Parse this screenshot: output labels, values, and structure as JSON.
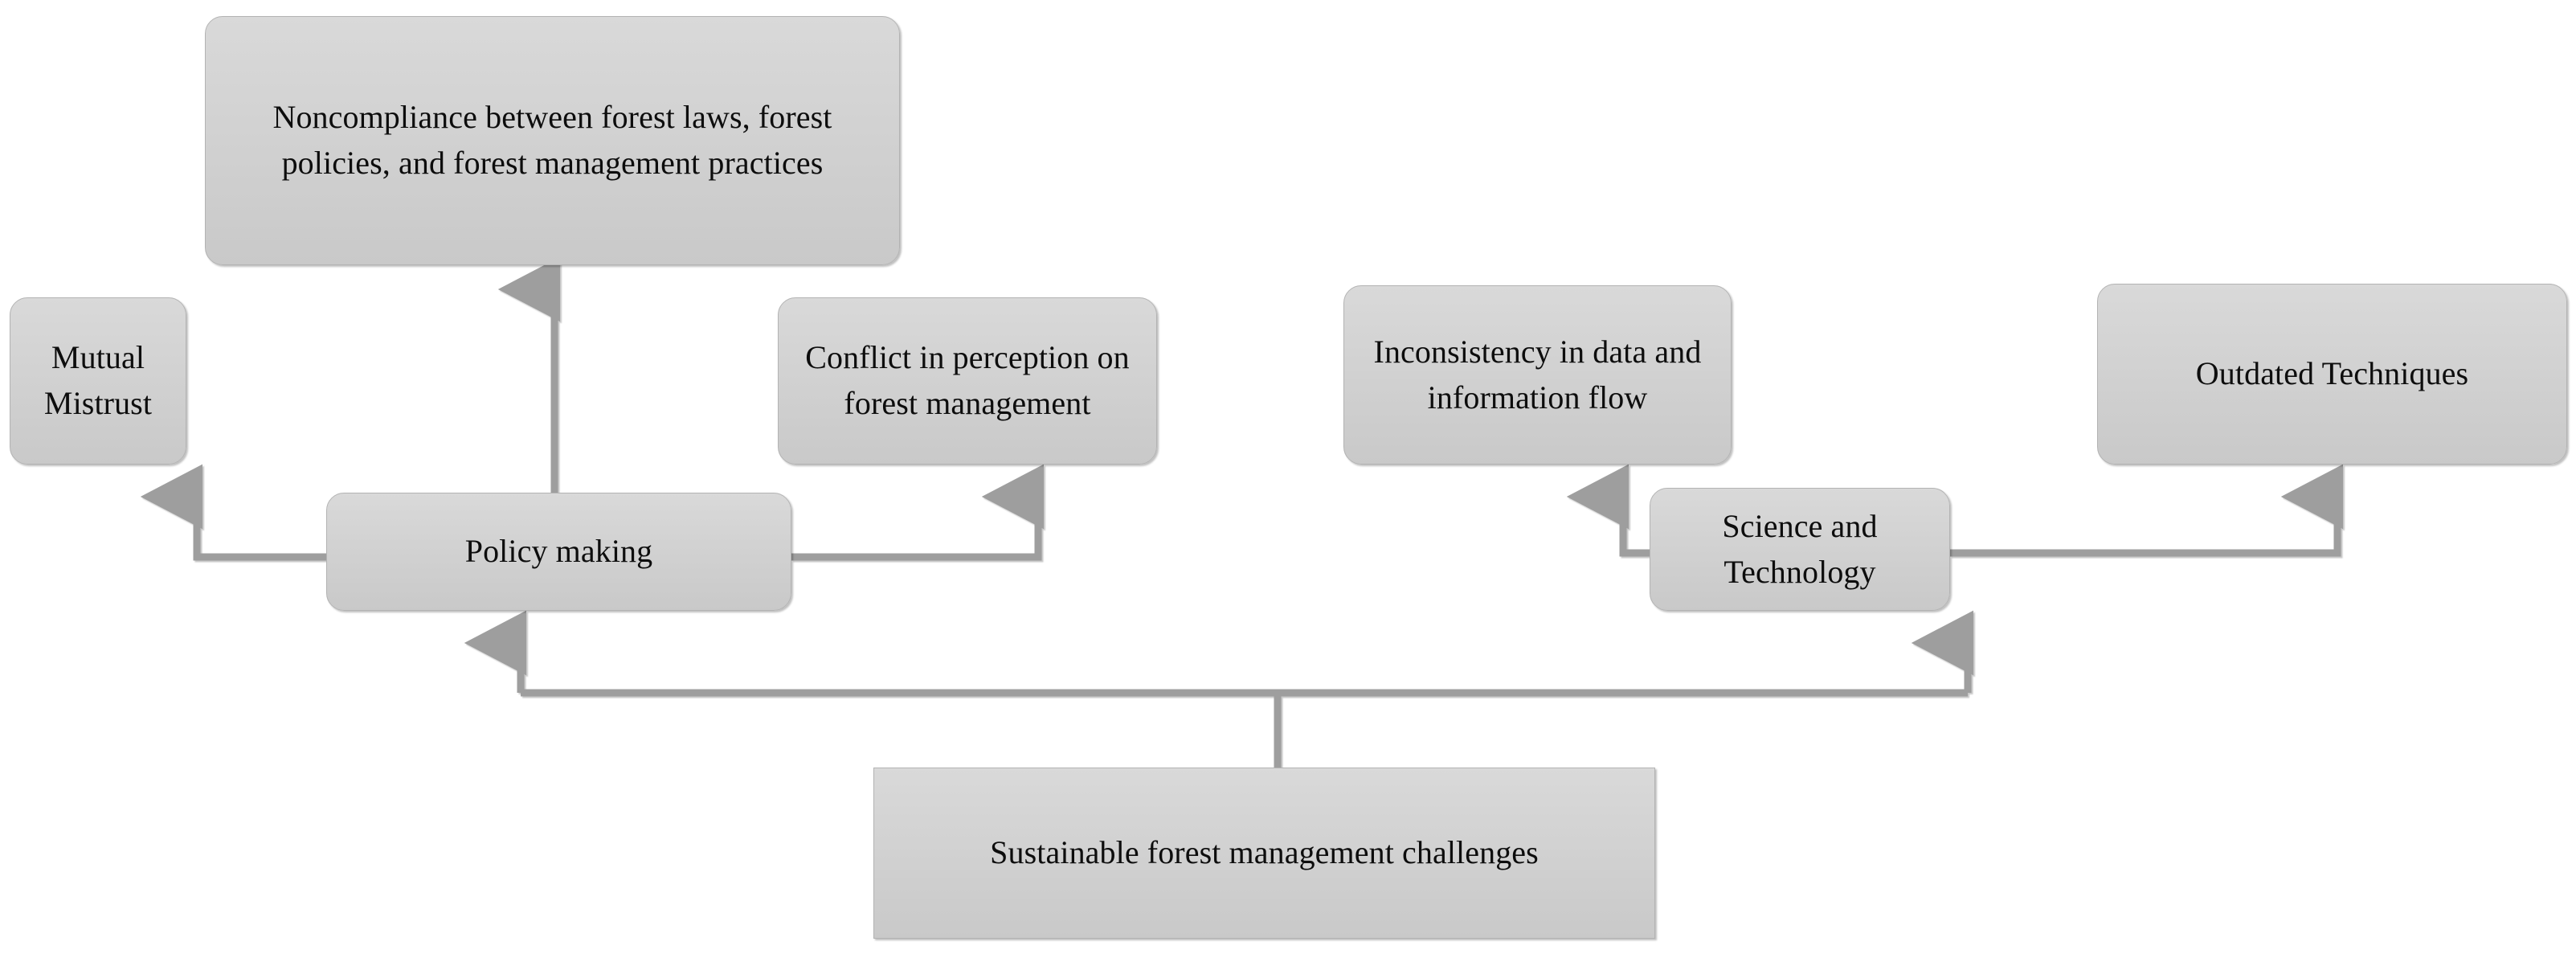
{
  "diagram": {
    "type": "flowchart",
    "title": "Sustainable forest management challenges",
    "orientation": "bottom-up",
    "colors": {
      "node_fill_top": "#d9d9d9",
      "node_fill_bottom": "#c9c9c9",
      "node_border": "#b3b3b3",
      "connector": "#9e9e9e",
      "text": "#0d0d0d",
      "background": "#ffffff"
    },
    "nodes": [
      {
        "id": "noncompliance",
        "label": "Noncompliance between forest laws, forest policies, and forest management practices",
        "shape": "rounded-rectangle",
        "level": "outcome"
      },
      {
        "id": "mutual-mistrust",
        "label": "Mutual Mistrust",
        "shape": "rounded-rectangle",
        "level": "challenge"
      },
      {
        "id": "conflict",
        "label": "Conflict in perception on forest management",
        "shape": "rounded-rectangle",
        "level": "challenge"
      },
      {
        "id": "inconsistency",
        "label": "Inconsistency in data and information flow",
        "shape": "rounded-rectangle",
        "level": "challenge"
      },
      {
        "id": "outdated",
        "label": "Outdated Techniques",
        "shape": "rounded-rectangle",
        "level": "challenge"
      },
      {
        "id": "policy-making",
        "label": "Policy making",
        "shape": "rounded-rectangle",
        "level": "category"
      },
      {
        "id": "science-technology",
        "label": "Science and Technology",
        "shape": "rounded-rectangle",
        "level": "category"
      },
      {
        "id": "sustainable",
        "label": "Sustainable forest management challenges",
        "shape": "rectangle",
        "level": "root"
      }
    ],
    "edges": [
      {
        "from": "sustainable",
        "to": "policy-making",
        "style": "elbow-arrow"
      },
      {
        "from": "sustainable",
        "to": "science-technology",
        "style": "elbow-arrow"
      },
      {
        "from": "policy-making",
        "to": "mutual-mistrust",
        "style": "elbow-arrow"
      },
      {
        "from": "policy-making",
        "to": "conflict",
        "style": "elbow-arrow"
      },
      {
        "from": "policy-making",
        "to": "noncompliance",
        "style": "straight-arrow"
      },
      {
        "from": "science-technology",
        "to": "inconsistency",
        "style": "elbow-arrow"
      },
      {
        "from": "science-technology",
        "to": "outdated",
        "style": "elbow-arrow"
      }
    ]
  }
}
